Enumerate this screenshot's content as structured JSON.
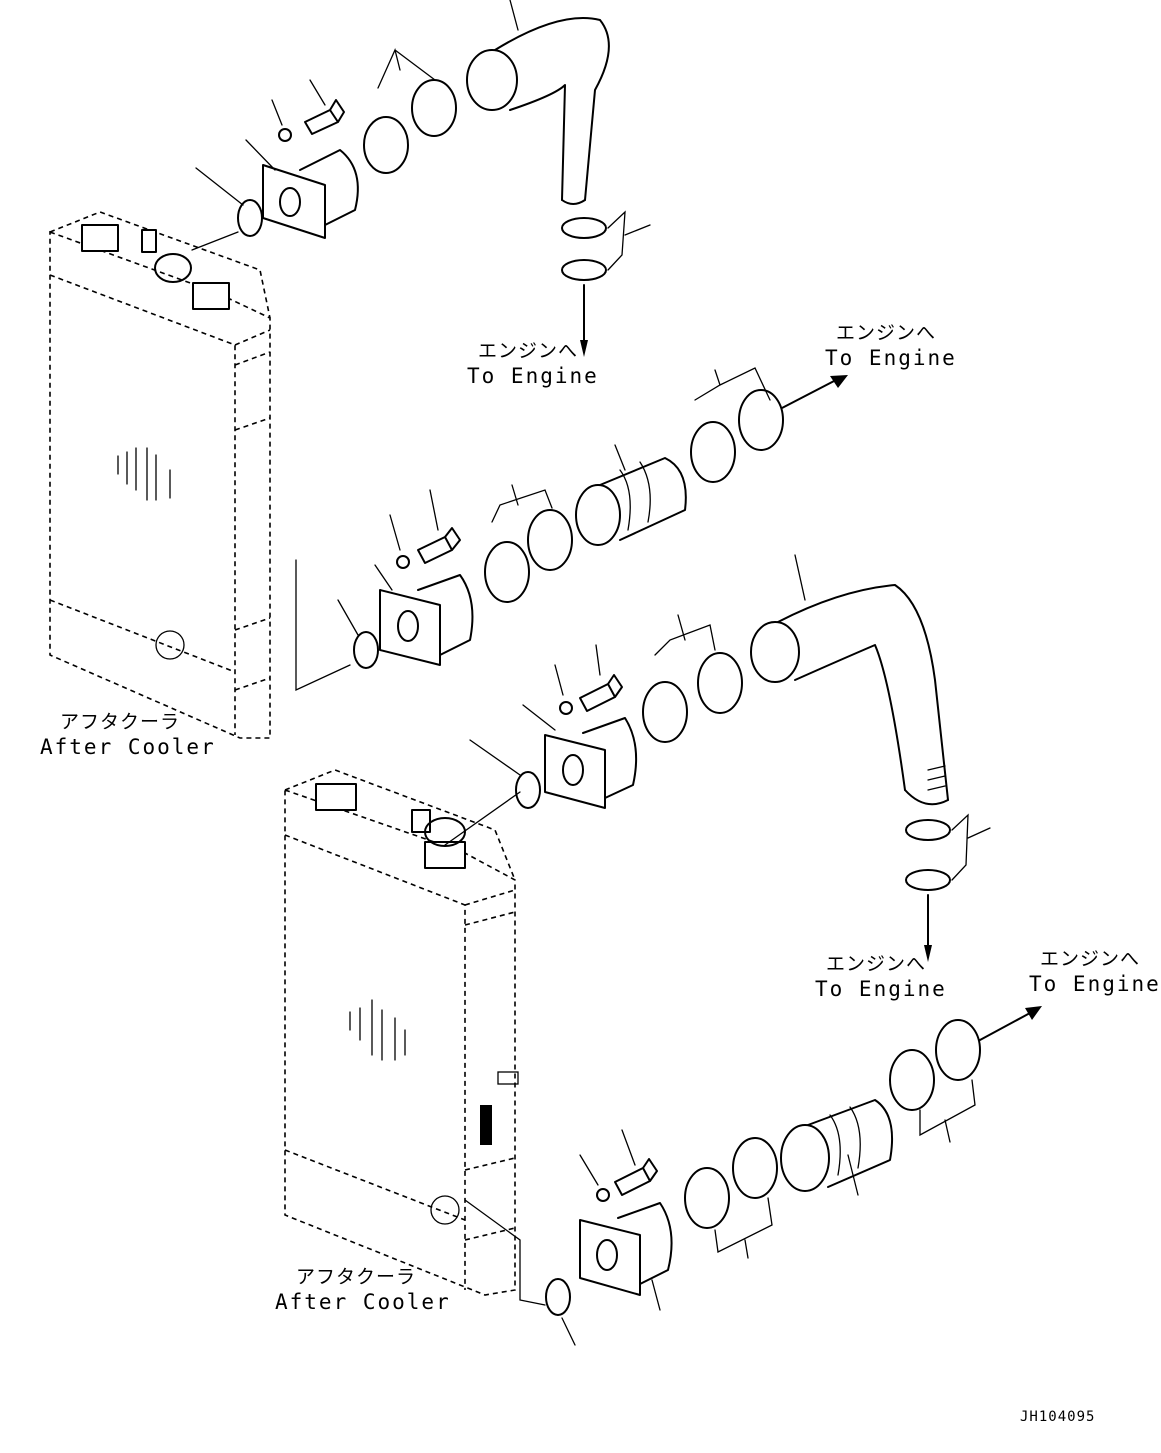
{
  "labels": {
    "to_engine_jp": "エンジンへ",
    "to_engine_en": "To Engine",
    "after_cooler_upper_jp": "アフタクーラ",
    "after_cooler_upper_en": "After Cooler",
    "after_cooler_lower_jp": "アフタクーラ",
    "after_cooler_lower_en": "After Cooler",
    "drawing_code": "JH104095"
  },
  "icons": [
    "after-cooler",
    "hose-elbow",
    "hose-straight",
    "hose-clamp",
    "connector-flange",
    "o-ring",
    "bolt",
    "washer",
    "flow-arrow"
  ]
}
